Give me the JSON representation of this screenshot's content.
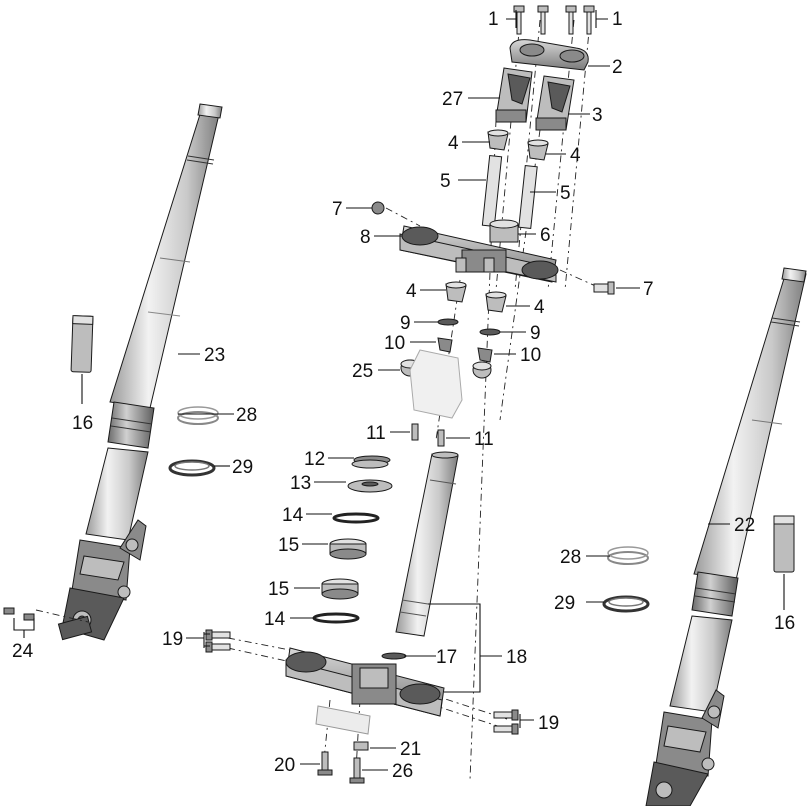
{
  "diagram": {
    "callouts": {
      "c1a": "1",
      "c1b": "1",
      "c2": "2",
      "c3": "3",
      "c27": "27",
      "c4a": "4",
      "c4b": "4",
      "c4c": "4",
      "c4d": "4",
      "c5a": "5",
      "c5b": "5",
      "c6": "6",
      "c7a": "7",
      "c7b": "7",
      "c8": "8",
      "c9a": "9",
      "c9b": "9",
      "c10a": "10",
      "c10b": "10",
      "c25": "25",
      "c11a": "11",
      "c11b": "11",
      "c12": "12",
      "c13": "13",
      "c14a": "14",
      "c14b": "14",
      "c15a": "15",
      "c15b": "15",
      "c16a": "16",
      "c16b": "16",
      "c17": "17",
      "c18": "18",
      "c19a": "19",
      "c19b": "19",
      "c20": "20",
      "c21": "21",
      "c22": "22",
      "c23": "23",
      "c24": "24",
      "c26": "26",
      "c28a": "28",
      "c28b": "28",
      "c29a": "29",
      "c29b": "29"
    }
  }
}
